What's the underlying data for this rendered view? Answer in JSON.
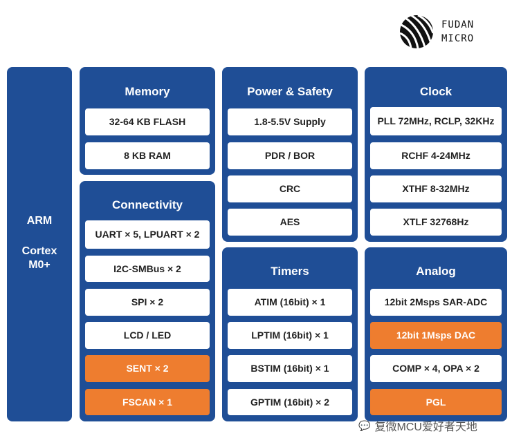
{
  "logo": {
    "line1": "FUDAN",
    "line2": "MICRO"
  },
  "core": {
    "line1": "ARM",
    "line2": "Cortex",
    "line3": "M0+"
  },
  "panels": {
    "memory": {
      "title": "Memory",
      "items": [
        "32-64 KB FLASH",
        "8 KB RAM"
      ]
    },
    "connectivity": {
      "title": "Connectivity",
      "items": [
        "UART × 5, LPUART × 2",
        "I2C-SMBus × 2",
        "SPI × 2",
        "LCD / LED",
        "SENT × 2",
        "FSCAN × 1"
      ]
    },
    "power": {
      "title": "Power & Safety",
      "items": [
        "1.8-5.5V Supply",
        "PDR / BOR",
        "CRC",
        "AES"
      ]
    },
    "timers": {
      "title": "Timers",
      "items": [
        "ATIM (16bit) × 1",
        "LPTIM (16bit) × 1",
        "BSTIM (16bit) × 1",
        "GPTIM (16bit) × 2"
      ]
    },
    "clock": {
      "title": "Clock",
      "items": [
        "PLL 72MHz, RCLP, 32KHz",
        "RCHF 4-24MHz",
        "XTHF 8-32MHz",
        "XTLF 32768Hz"
      ]
    },
    "analog": {
      "title": "Analog",
      "items": [
        "12bit 2Msps SAR-ADC",
        "12bit 1Msps DAC",
        "COMP × 4, OPA × 2",
        "PGL"
      ]
    }
  },
  "watermark": "复微MCU爱好者天地",
  "colors": {
    "blue": "#1f4e96",
    "orange": "#ee7d2f"
  }
}
